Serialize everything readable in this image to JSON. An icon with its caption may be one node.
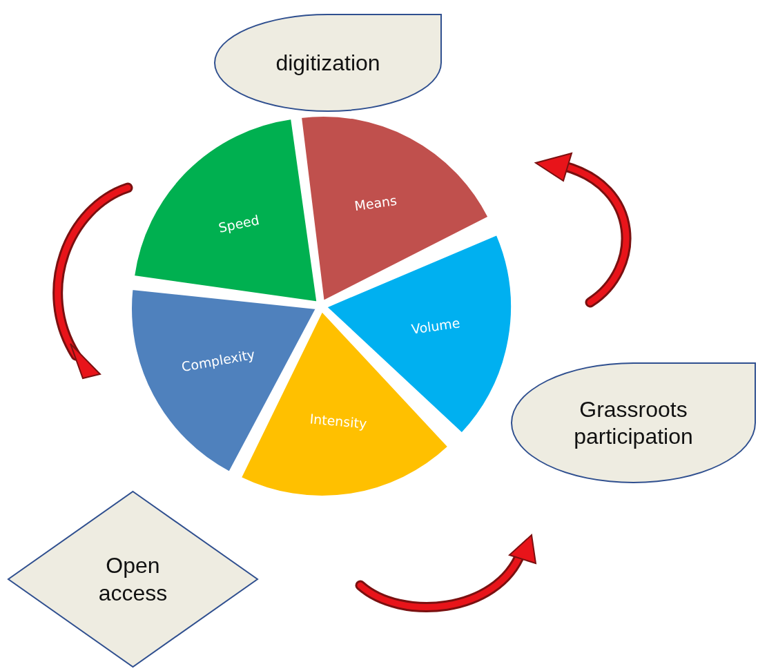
{
  "diagram": {
    "nodes": [
      {
        "text": [
          "digitization"
        ]
      },
      {
        "text": [
          "Means"
        ]
      },
      {
        "text": [
          "Speed"
        ]
      },
      {
        "text": [
          "Volume"
        ]
      },
      {
        "text": [
          "Complexity"
        ]
      },
      {
        "text": [
          "Intensity"
        ]
      },
      {
        "text": [
          "Grassroots participation"
        ]
      },
      {
        "text": [
          "Open access"
        ]
      }
    ],
    "edges": []
  }
}
